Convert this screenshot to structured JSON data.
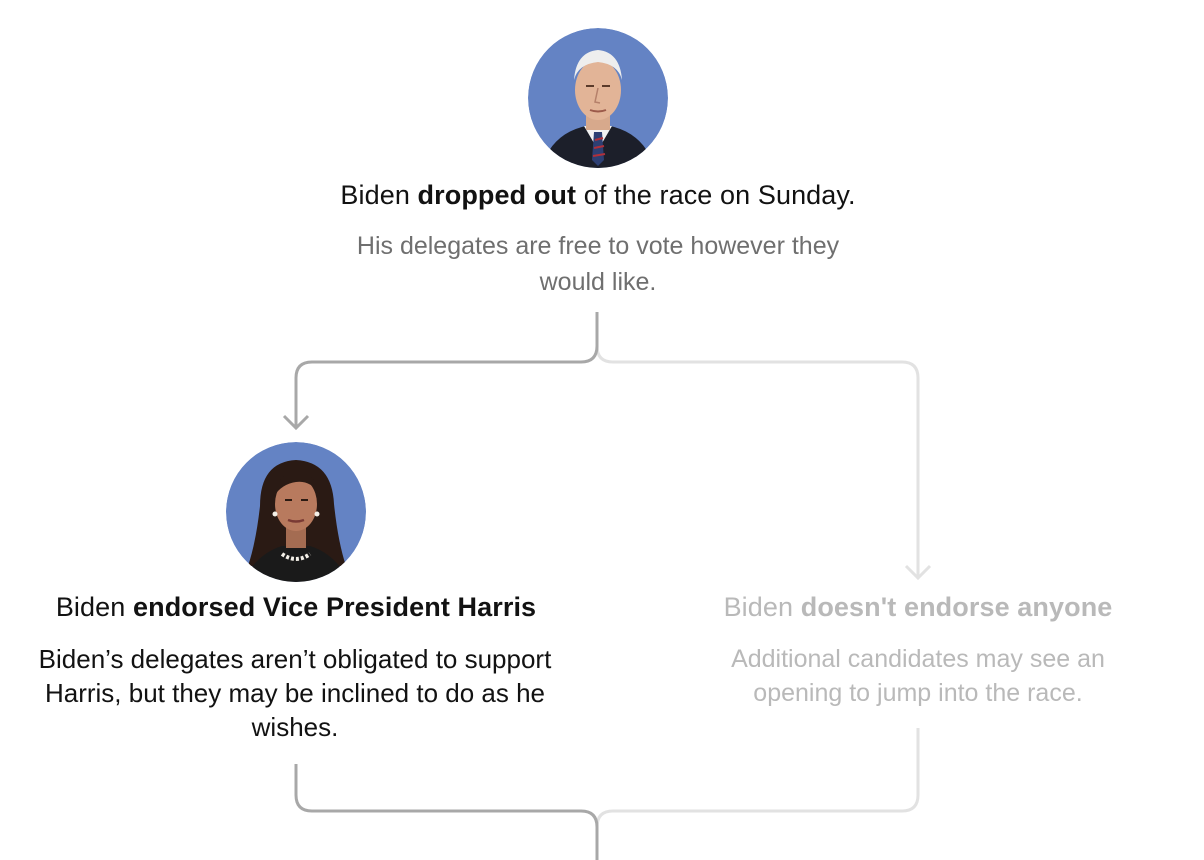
{
  "top": {
    "headline_pre": "Biden ",
    "headline_bold": "dropped out",
    "headline_post": " of the race on Sunday.",
    "subtext": "His delegates are free to vote however they would like."
  },
  "left_branch": {
    "headline_pre": "Biden ",
    "headline_bold": "endorsed Vice President Harris",
    "subtext": "Biden’s delegates aren’t obligated to support Harris, but they may be inclined to do as he wishes."
  },
  "right_branch": {
    "headline_pre": "Biden ",
    "headline_bold": "doesn't endorse anyone",
    "subtext": "Additional candidates may see an opening to jump into the race."
  },
  "colors": {
    "portrait_background": "#6483c4",
    "active_text": "#121212",
    "muted_text": "#6f6f6f",
    "inactive_text": "#b9b9b9",
    "active_line": "#a8a8a8",
    "inactive_line": "#e2e2e2"
  }
}
